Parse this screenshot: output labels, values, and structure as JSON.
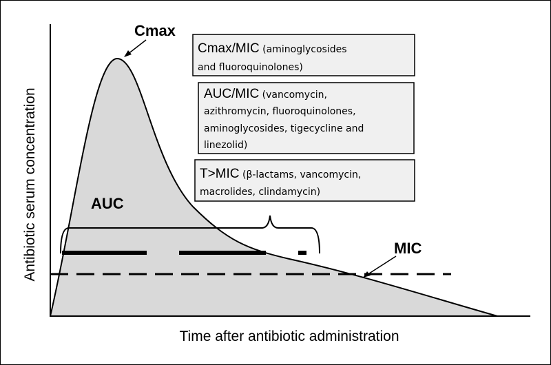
{
  "labels": {
    "cmax": "Cmax",
    "auc": "AUC",
    "mic": "MIC",
    "y_axis": "Antibiotic serum concentration",
    "x_axis": "Time after antibiotic administration"
  },
  "boxes": [
    {
      "lines": [
        {
          "head": "Cmax/MIC",
          "rest": " (aminoglycosides"
        },
        {
          "head": "",
          "rest": "and fluoroquinolones)"
        }
      ]
    },
    {
      "lines": [
        {
          "head": "AUC/MIC",
          "rest": " (vancomycin,"
        },
        {
          "head": "",
          "rest": "azithromycin,  fluoroquinolones,"
        },
        {
          "head": "",
          "rest": "aminoglycosides, tigecycline and"
        },
        {
          "head": "",
          "rest": "linezolid)"
        }
      ]
    },
    {
      "lines": [
        {
          "head": "T>MIC",
          "rest": " (β-lactams, vancomycin,"
        },
        {
          "head": "",
          "rest": "macrolides, clindamycin)"
        }
      ]
    }
  ],
  "colors": {
    "curve_fill": "#d9d9d9",
    "box_fill": "#f0f0f0",
    "stroke": "#000000"
  }
}
